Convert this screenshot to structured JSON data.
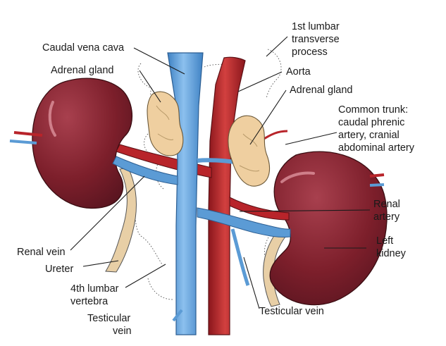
{
  "labels": {
    "caudal_vena_cava": "Caudal vena cava",
    "adrenal_gland_left": "Adrenal gland",
    "lumbar1_l1": "1st lumbar",
    "lumbar1_l2": "transverse",
    "lumbar1_l3": "process",
    "aorta": "Aorta",
    "adrenal_gland_right": "Adrenal gland",
    "common_trunk_l1": "Common trunk:",
    "common_trunk_l2": "caudal phrenic",
    "common_trunk_l3": "artery, cranial",
    "common_trunk_l4": "abdominal artery",
    "renal_artery_l1": "Renal",
    "renal_artery_l2": "artery",
    "left_kidney_l1": "Left",
    "left_kidney_l2": "kidney",
    "renal_vein": "Renal vein",
    "ureter": "Ureter",
    "lumbar4_l1": "4th lumbar",
    "lumbar4_l2": "vertebra",
    "testicular_vein_left_l1": "Testicular",
    "testicular_vein_left_l2": "vein",
    "testicular_vein_right": "Testicular vein"
  },
  "colors": {
    "vein": "#5b9bd5",
    "vein_light": "#a7cdf0",
    "artery": "#b8242a",
    "artery_dark": "#7a1418",
    "kidney": "#7d1f2b",
    "kidney_light": "#b8505e",
    "adrenal": "#efcfa0",
    "ureter": "#e8cfa6"
  }
}
